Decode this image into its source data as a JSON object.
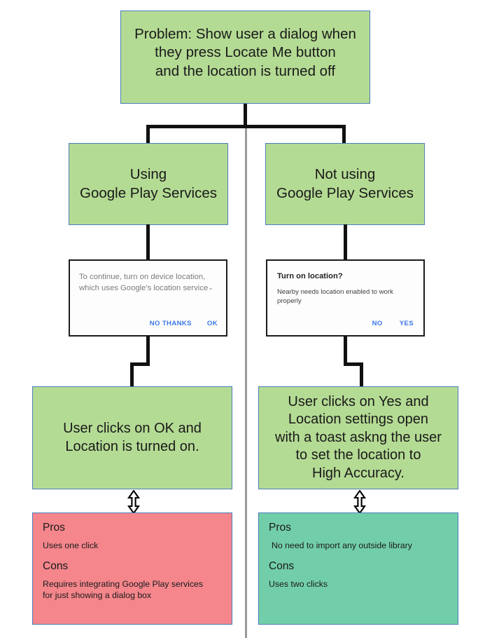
{
  "diagram": {
    "title": "Locate Me dialog decision flowchart",
    "colors": {
      "green_node": "#b4db94",
      "pink_node": "#f4868c",
      "mint_node": "#72cea8",
      "node_border": "#4a7ebb",
      "connector": "#111111",
      "divider": "#9a9a9a",
      "dialog_button_blue": "#3b78e7"
    }
  },
  "problem": {
    "text": "Problem: Show user a dialog when\nthey press Locate Me button\nand the location is turned off"
  },
  "branches": {
    "left": {
      "label": "Using\nGoogle Play Services"
    },
    "right": {
      "label": "Not using\nGoogle Play Services"
    }
  },
  "dialogs": {
    "left": {
      "message": "To continue, turn on device location,\nwhich uses Google's location\nservice",
      "chevron": "⌄",
      "buttons": [
        {
          "label": "NO THANKS"
        },
        {
          "label": "OK"
        }
      ]
    },
    "right": {
      "title": "Turn on location?",
      "message": "Nearby needs location enabled to work\nproperly",
      "buttons": [
        {
          "label": "NO"
        },
        {
          "label": "YES"
        }
      ]
    }
  },
  "outcomes": {
    "left": {
      "text": "User clicks on OK and\nLocation is turned on."
    },
    "right": {
      "text": "User clicks on Yes and\nLocation settings open\nwith a toast askng the user\nto set the location to\nHigh Accuracy."
    }
  },
  "proscons": {
    "left": {
      "pros_heading": "Pros",
      "pros_text": "Uses one click",
      "cons_heading": "Cons",
      "cons_text": "Requires integrating Google Play services\n for just showing a dialog box"
    },
    "right": {
      "pros_heading": "Pros",
      "pros_text": "No need to import any outside library",
      "cons_heading": "Cons",
      "cons_text": "Uses two clicks"
    }
  },
  "arrows": {
    "left_label": "bidirectional-arrow",
    "right_label": "bidirectional-arrow"
  }
}
